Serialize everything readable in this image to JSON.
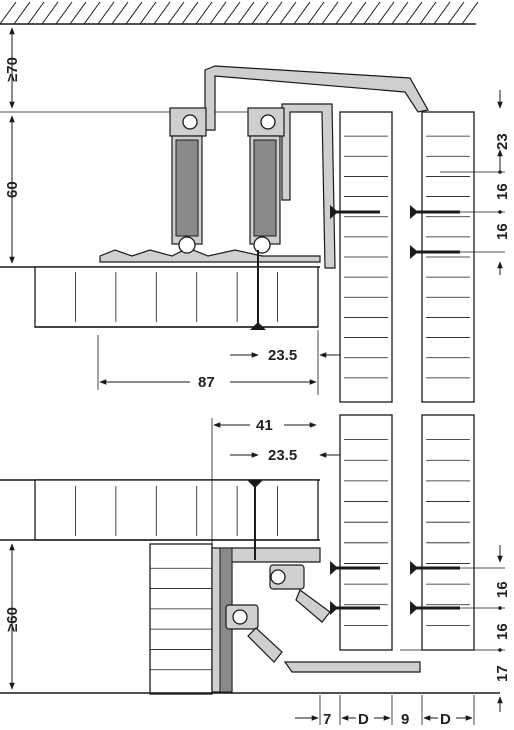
{
  "dimensions": {
    "top_left_clearance": "≥70",
    "top_rail_height": "60",
    "bottom_rail_height": "≥60",
    "right_top": "23",
    "right_mid1": "16",
    "right_mid2": "16",
    "right_low1": "16",
    "right_low2": "16",
    "right_bottom": "17",
    "inset_top": "23.5",
    "inset_bottom": "23.5",
    "width_87": "87",
    "width_41": "41",
    "gap_7": "7",
    "door_d1": "D",
    "gap_9": "9",
    "door_d2": "D"
  },
  "colors": {
    "line": "#1a1a1a",
    "profile_fill": "#cfcfcf",
    "hatch": "#1a1a1a"
  }
}
